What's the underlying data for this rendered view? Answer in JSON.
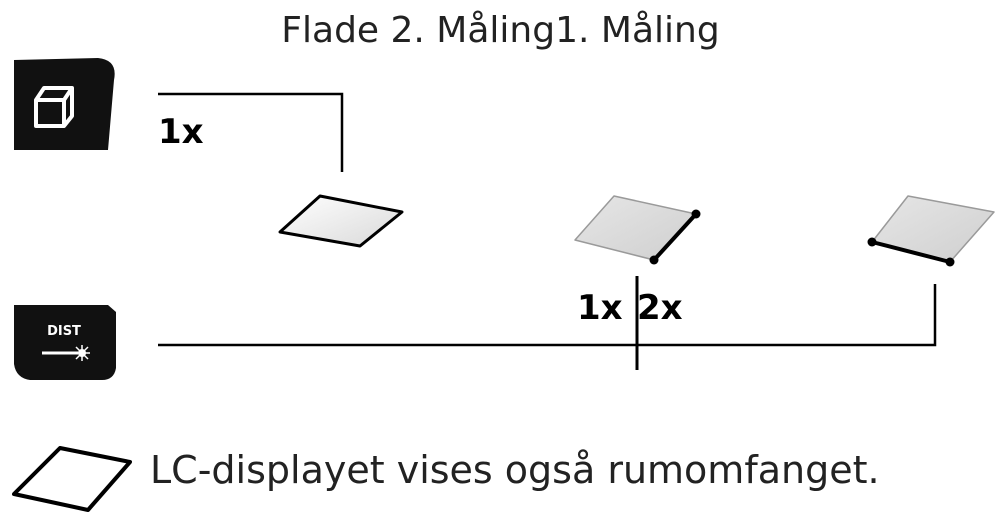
{
  "diagram": {
    "title": "Flade 2. Måling1. Måling",
    "area_button_label": "1x",
    "dist_button": {
      "label": "DIST",
      "press_labels": [
        "1x",
        "2x"
      ]
    },
    "legend_text": "LC-displayet vises også rumomfanget."
  },
  "icons": {
    "area_button_icon": "area-mode-icon",
    "dist_button_icon": "laser-distance-icon",
    "plain_area_icon": "rhombus-outline-icon"
  }
}
